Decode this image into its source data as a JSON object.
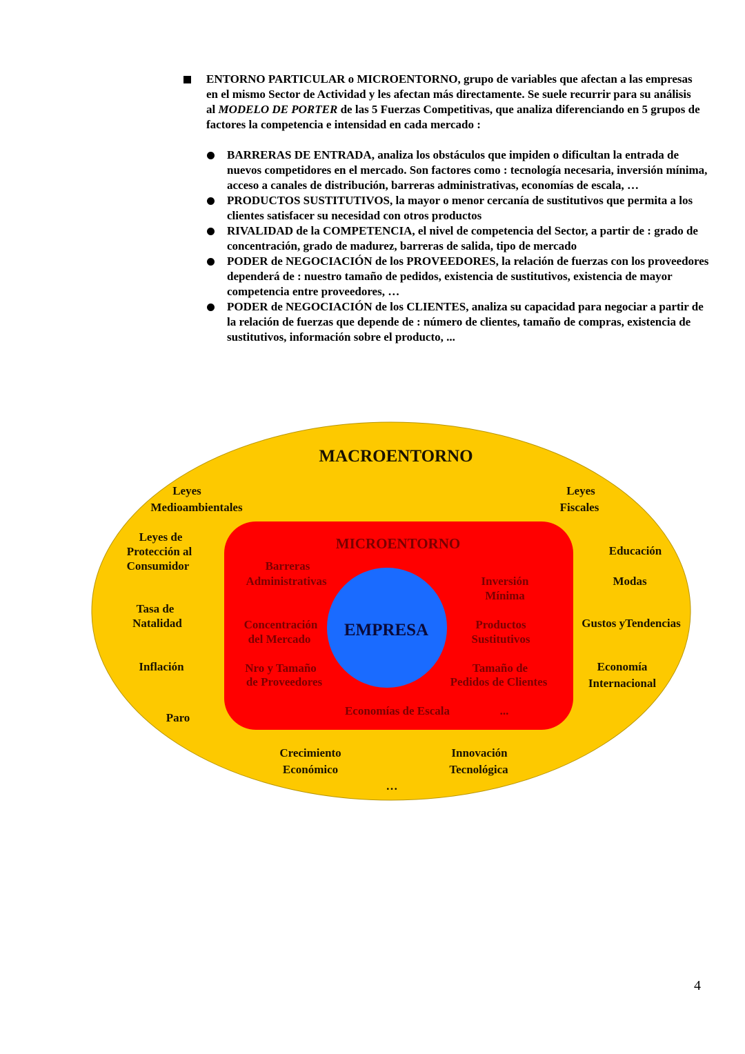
{
  "intro": {
    "text_before": "ENTORNO PARTICULAR o MICROENTORNO, grupo de variables que afectan a las empresas en el mismo Sector de Actividad y les afectan más directamente. Se suele recurrir para su análisis al ",
    "emphasis": "MODELO DE PORTER",
    "text_after": " de las 5 Fuerzas Competitivas, que analiza diferenciando en 5 grupos de factores la competencia e intensidad en cada mercado :"
  },
  "forces": [
    "BARRERAS DE ENTRADA, analiza los obstáculos que impiden o dificultan la entrada de nuevos competidores en el mercado. Son factores como : tecnología necesaria, inversión mínima, acceso a canales de distribución, barreras administrativas, economías de escala, …",
    "PRODUCTOS SUSTITUTIVOS, la mayor o menor cercanía de sustitutivos que permita a los clientes satisfacer su necesidad con otros productos",
    "RIVALIDAD de la COMPETENCIA, el nivel de competencia del Sector, a partir de : grado de concentración, grado de madurez, barreras de salida, tipo de mercado",
    "PODER de NEGOCIACIÓN de los PROVEEDORES, la relación de fuerzas con los proveedores dependerá de : nuestro tamaño de pedidos, existencia de sustitutivos, existencia de mayor competencia entre proveedores, …",
    "PODER de NEGOCIACIÓN de los CLIENTES,  analiza su capacidad para negociar a partir de la relación de fuerzas que depende de  : número de clientes, tamaño de compras, existencia de sustitutivos, información sobre el producto, ..."
  ],
  "diagram": {
    "macro_title": "MACROENTORNO",
    "micro_title": "MICROENTORNO",
    "center_label": "EMPRESA",
    "macro": {
      "leyes_medioambientales": [
        "Leyes",
        "Medioambientales"
      ],
      "leyes_fiscales": [
        "Leyes",
        "Fiscales"
      ],
      "proteccion_consumidor": [
        "Leyes de",
        "Protección al",
        "Consumidor"
      ],
      "educacion": "Educación",
      "modas": "Modas",
      "natalidad": [
        "Tasa de",
        "Natalidad"
      ],
      "gustos": "Gustos yTendencias",
      "inflacion": "Inflación",
      "economia_internacional": [
        "Economía",
        "Internacional"
      ],
      "paro": "Paro",
      "crecimiento": [
        "Crecimiento",
        "Económico"
      ],
      "innovacion": [
        "Innovación",
        "Tecnológica"
      ],
      "ellipsis": "…"
    },
    "micro": {
      "barreras": [
        "Barreras",
        "Administrativas"
      ],
      "inversion": [
        "Inversión",
        "Mínima"
      ],
      "concentracion": [
        "Concentración",
        "del Mercado"
      ],
      "sustitutivos": [
        "Productos",
        "Sustitutivos"
      ],
      "proveedores": [
        "Nro y Tamaño",
        "de Proveedores"
      ],
      "pedidos": [
        "Tamaño de",
        "Pedidos de Clientes"
      ],
      "economias": "Economías de Escala",
      "ellipsis": "..."
    },
    "colors": {
      "macro": "#FDC900",
      "micro": "#FF0000",
      "empresa": "#1A6BFF",
      "micro_text": "#7A0000",
      "macro_text": "#1a1200"
    }
  },
  "page_number": "4"
}
